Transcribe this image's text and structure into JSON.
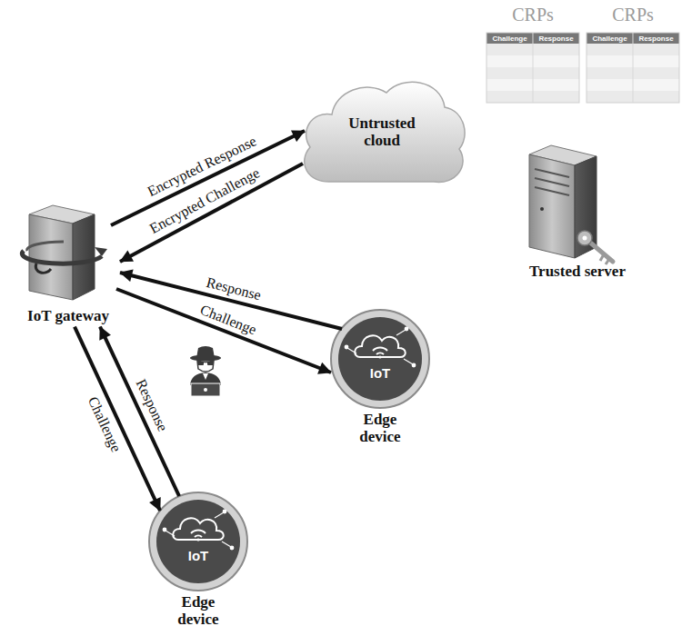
{
  "diagram": {
    "nodes": [
      {
        "text": [
          "Untrusted cloud"
        ]
      },
      {
        "text": [
          "IoT gateway"
        ]
      },
      {
        "text": [
          "Trusted server"
        ]
      },
      {
        "text": [
          "IoT",
          "Edge device"
        ]
      },
      {
        "text": [
          "IoT",
          "Edge device"
        ]
      }
    ],
    "edges": [
      {
        "from": 1,
        "to": 0,
        "label": "Encrypted Response",
        "arrow": "to"
      },
      {
        "from": 0,
        "to": 1,
        "label": "Encrypted Challenge",
        "arrow": "to"
      },
      {
        "from": 3,
        "to": 1,
        "label": "Response",
        "arrow": "to"
      },
      {
        "from": 1,
        "to": 3,
        "label": "Challenge",
        "arrow": "to"
      },
      {
        "from": 1,
        "to": 4,
        "label": "Challenge",
        "arrow": "to"
      },
      {
        "from": 4,
        "to": 1,
        "label": "Response",
        "arrow": "to"
      }
    ],
    "labels": [
      "CRPs",
      "CRPs",
      "Challenge",
      "Response",
      "Challenge",
      "Response"
    ]
  }
}
